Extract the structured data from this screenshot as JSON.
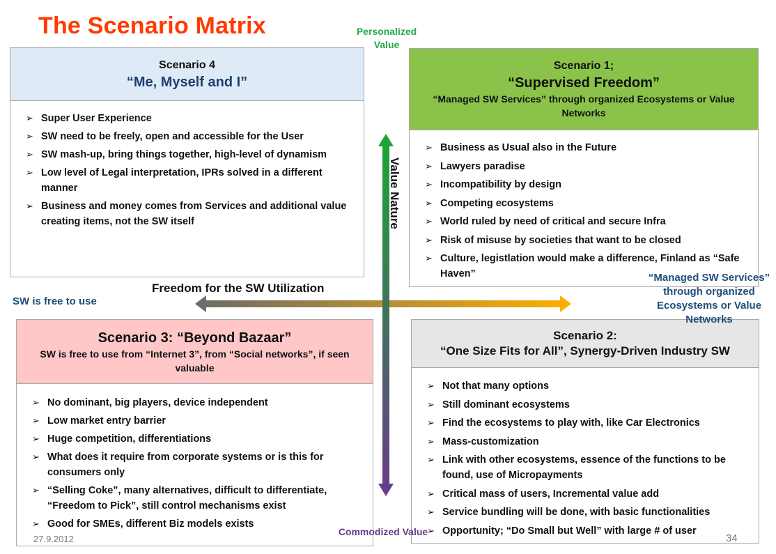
{
  "title": "The Scenario Matrix",
  "axes": {
    "top": "Personalized Value",
    "bottom": "Commodized Value",
    "left": "SW is free to use",
    "right": "“Managed SW Services” through organized Ecosystems or Value Networks",
    "horizontal_title": "Freedom for the SW Utilization",
    "vertical_title": "Value Nature"
  },
  "colors": {
    "title": "#ff3b00",
    "arrow_vertical_top": "#19a832",
    "arrow_vertical_bottom": "#6a3a8a",
    "arrow_horizontal_left": "#6b6b6b",
    "arrow_horizontal_right": "#ffb000"
  },
  "scenario4": {
    "line1": "Scenario 4",
    "line2": "“Me, Myself and I”",
    "bullets": [
      "Super User Experience",
      "SW need to be freely, open and accessible for the User",
      "SW mash-up, bring things together, high-level of dynamism",
      "Low level of Legal interpretation, IPRs solved in a different manner",
      "Business and money comes from Services and additional value creating items, not the SW itself"
    ]
  },
  "scenario1": {
    "line1": "Scenario 1;",
    "line2": "“Supervised Freedom”",
    "line3": "“Managed SW Services” through organized Ecosystems or Value Networks",
    "bullets": [
      "Business as Usual also in the Future",
      "Lawyers paradise",
      "Incompatibility by design",
      "Competing ecosystems",
      "World ruled by need of critical and secure Infra",
      "Risk of misuse by societies that want to be closed",
      "Culture, legistlation would make a difference, Finland as “Safe Haven”"
    ]
  },
  "scenario3": {
    "line1": "Scenario 3: “Beyond Bazaar”",
    "line2": "SW is free to use from “Internet 3”, from “Social networks”, if seen valuable",
    "bullets": [
      "No dominant, big players, device independent",
      "Low market entry barrier",
      "Huge competition, differentiations",
      "What does it require from corporate systems or is this for consumers only",
      "“Selling Coke”, many alternatives, difficult to differentiate, “Freedom to Pick”, still control mechanisms exist",
      "Good for SMEs, different Biz models exists"
    ]
  },
  "scenario2": {
    "line1": "Scenario 2:",
    "line2": "“One Size Fits for All”, Synergy-Driven Industry SW",
    "bullets": [
      "Not that many options",
      "Still dominant ecosystems",
      "Find the ecosystems to play with, like Car Electronics",
      "Mass-customization",
      "Link with other ecosystems, essence of the functions to be found, use of Micropayments",
      "Critical mass of users, Incremental value add",
      "Service bundling will be done, with basic functionalities",
      "Opportunity; “Do Small but Well” with large # of user"
    ]
  },
  "footer": {
    "date": "27.9.2012",
    "page": "34"
  }
}
